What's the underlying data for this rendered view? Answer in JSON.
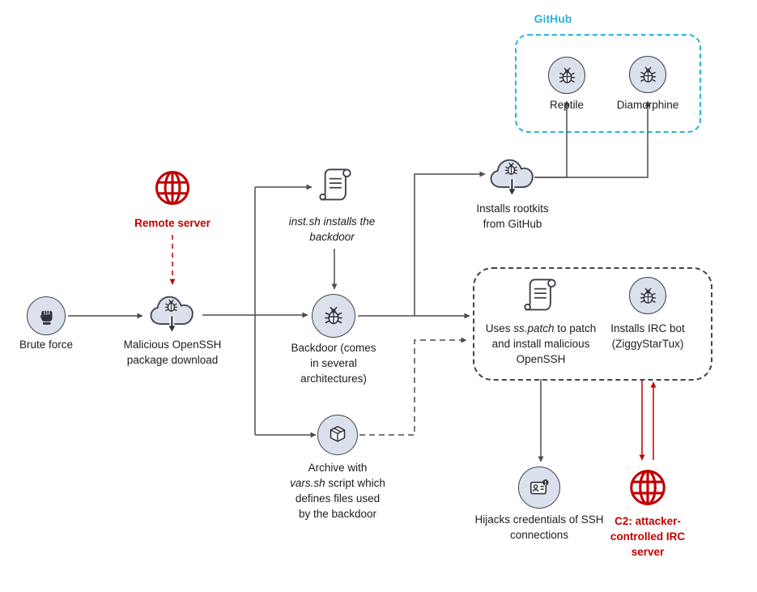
{
  "github_group": {
    "label": "GitHub",
    "reptile_label": "Reptile",
    "diamorphine_label": "Diamorphine"
  },
  "nodes": {
    "brute_force": {
      "label": "Brute force"
    },
    "remote_server": {
      "label": "Remote server"
    },
    "malicious_package": {
      "label": "Malicious OpenSSH package download"
    },
    "inst_sh": {
      "label": "inst.sh installs the backdoor"
    },
    "backdoor": {
      "label": "Backdoor (comes in several architectures)"
    },
    "rootkits": {
      "label": "Installs rootkits from GitHub"
    },
    "patch": {
      "pre": "Uses ",
      "em": "ss.patch",
      "post": " to patch and install malicious OpenSSH"
    },
    "irc_bot": {
      "label": "Installs IRC bot (ZiggyStarTux)"
    },
    "archive": {
      "pre": "Archive with ",
      "em": "vars.sh",
      "post": " script which defines files used by the backdoor"
    },
    "hijack": {
      "label": "Hijacks credentials of SSH connections"
    },
    "c2": {
      "label": "C2: attacker-controlled IRC server"
    }
  },
  "icons": {
    "fist": "fist-icon",
    "globe": "globe-icon",
    "cloud_download_bug": "cloud-download-bug-icon",
    "script": "script-scroll-icon",
    "bug": "bug-icon",
    "package": "package-box-icon",
    "credentials": "credential-card-icon"
  },
  "colors": {
    "danger": "#c00000",
    "github_accent": "#2bb3d8",
    "connector": "#4d4d4d",
    "node_fill": "#dbe1ec",
    "node_stroke": "#3f4450"
  }
}
